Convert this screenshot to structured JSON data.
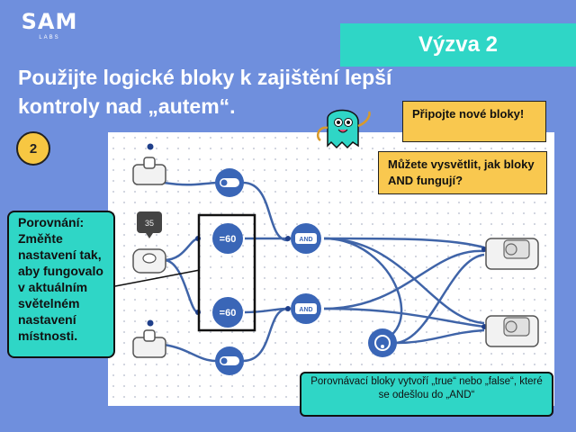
{
  "logo": {
    "text": "SAM",
    "sub": "LABS"
  },
  "header": {
    "challenge_label": "Výzva 2"
  },
  "title": {
    "line1": "Použijte logické bloky k zajištění lepší",
    "line2": "kontroly nad „autem“."
  },
  "step": {
    "number": "2"
  },
  "notes": {
    "connect": "Připojte nové bloky!",
    "explain": "Můžete vysvětlit, jak bloky AND fungují?"
  },
  "callout": {
    "text": "Porovnání: Změňte nastavení tak, aby fungovalo v aktuálním světelném nastavení místnosti."
  },
  "bottom_note": {
    "text": "Porovnávací bloky vytvoří „true“ nebo „false“, které se odešlou do „AND“"
  },
  "canvas": {
    "sensor_value": "35",
    "compare_top": "=60",
    "compare_bottom": "=60",
    "and_top": "AND",
    "and_bottom": "AND"
  },
  "colors": {
    "background": "#6f8fdd",
    "accent": "#2fd6c6",
    "note": "#f9c84f",
    "wire": "#3f64a8"
  },
  "icons": [
    "button-icon",
    "light-sensor-icon",
    "toggle-icon",
    "compare-icon",
    "and-icon",
    "buzzer-icon",
    "motor-icon",
    "mascot-icon"
  ]
}
